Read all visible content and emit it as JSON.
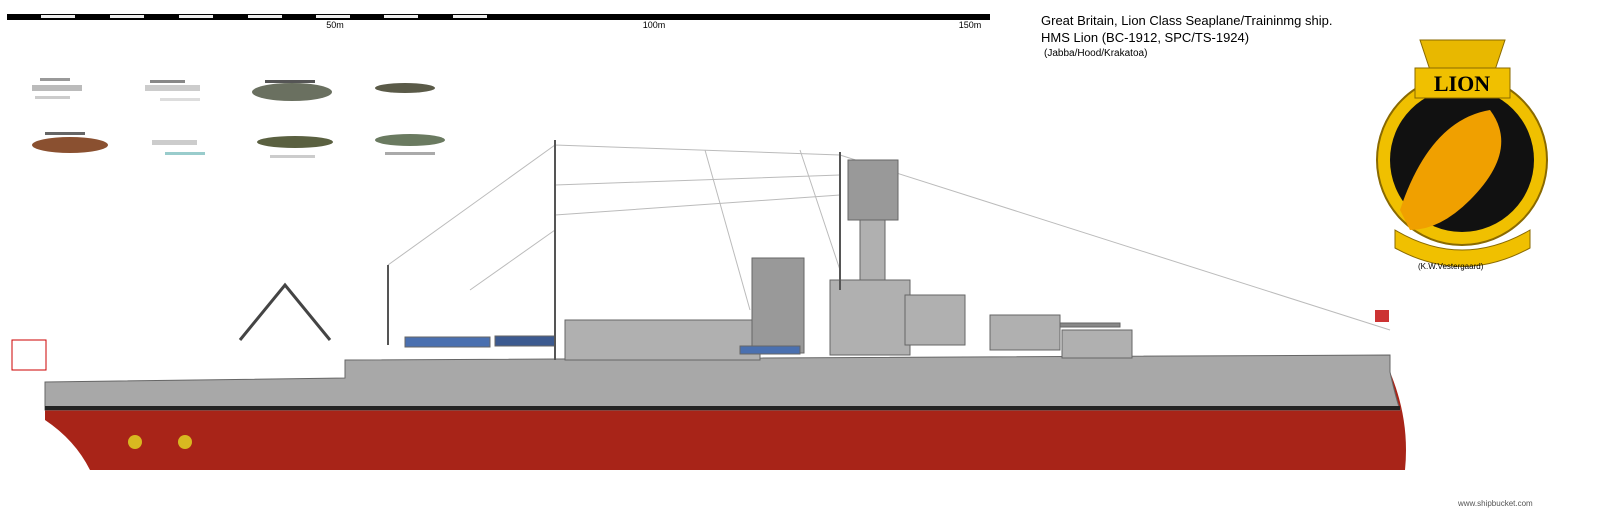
{
  "title": {
    "line1": "Great Britain, Lion Class Seaplane/Traininmg ship.",
    "line2": "HMS Lion (BC-1912, SPC/TS-1924)"
  },
  "credits": "(Jabba/Hood/Krakatoa)",
  "scale": {
    "labels": [
      "50m",
      "100m",
      "150m"
    ]
  },
  "badge": {
    "name": "LION"
  },
  "author": "(K.W.Vestergaard)",
  "site": "www.shipbucket.com",
  "colors": {
    "hull_red": "#a82418",
    "hull_grey": "#a8a8a8",
    "deck_grey": "#c0c0c0",
    "badge_gold": "#f0b400"
  }
}
